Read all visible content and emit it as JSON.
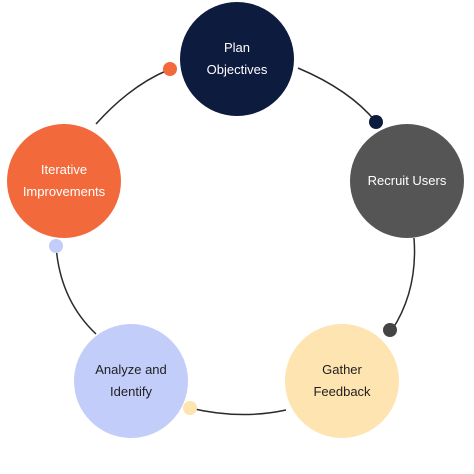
{
  "steps": [
    {
      "id": "plan",
      "label": "Plan\nObjectives",
      "fill": "#0d1b3e",
      "text_color": "#ffffff",
      "dot_color": "#0d1b3e"
    },
    {
      "id": "recruit",
      "label": "Recruit Users",
      "fill": "#555555",
      "text_color": "#ffffff",
      "dot_color": "#444444"
    },
    {
      "id": "gather",
      "label": "Gather\nFeedback",
      "fill": "#fde4b0",
      "text_color": "#1f1f1f",
      "dot_color": "#fde4b0"
    },
    {
      "id": "analyze",
      "label": "Analyze and\nIdentify",
      "fill": "#c3cdfa",
      "text_color": "#1f1f1f",
      "dot_color": "#c3cdfa"
    },
    {
      "id": "iterate",
      "label": "Iterative\nImprovements",
      "fill": "#f26a3b",
      "text_color": "#ffffff",
      "dot_color": "#f26a3b"
    }
  ],
  "connector_color": "#2b2b2b"
}
